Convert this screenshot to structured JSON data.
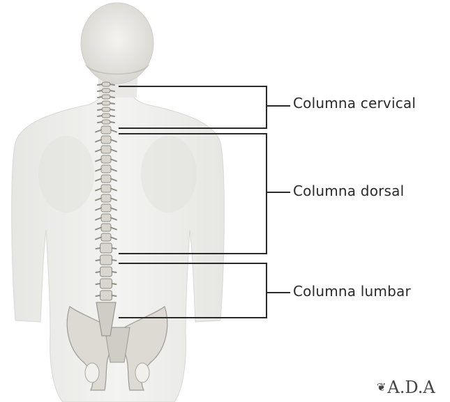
{
  "labels": {
    "cervical": "Columna cervical",
    "dorsal": "Columna dorsal",
    "lumbar": "Columna lumbar"
  },
  "logo": {
    "mark": "❦",
    "text": "A.D.A"
  },
  "colors": {
    "body_fill": "#eeeeec",
    "body_edge": "#d6d6d2",
    "bone": "#d8d6cf",
    "bone_shadow": "#8f8c84",
    "bracket_line": "#2a2a2a",
    "hair": "#c9c6be"
  }
}
